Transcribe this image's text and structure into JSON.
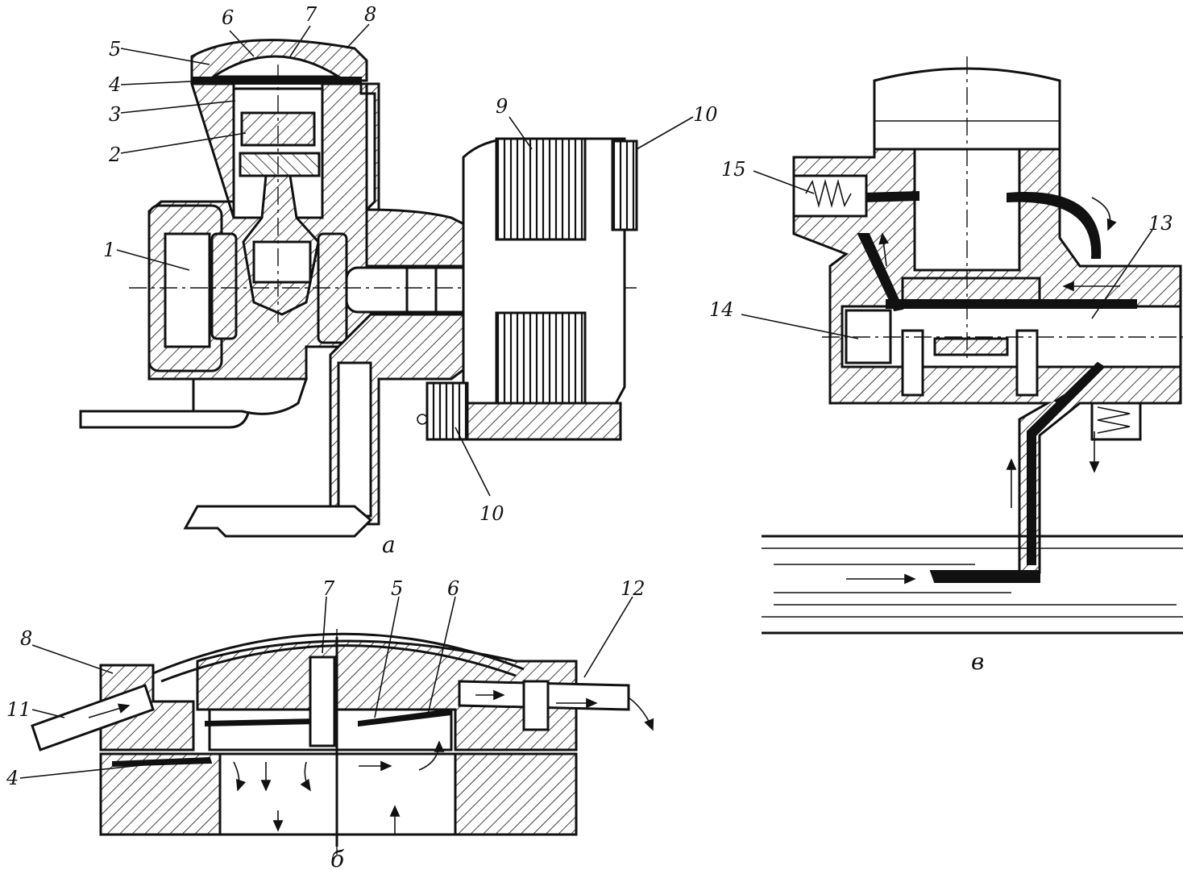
{
  "figure": {
    "panels": [
      {
        "id": "a",
        "caption": "а"
      },
      {
        "id": "b",
        "caption": "б"
      },
      {
        "id": "v",
        "caption": "в"
      }
    ],
    "labels_a": [
      "1",
      "2",
      "3",
      "4",
      "5",
      "6",
      "7",
      "8",
      "9",
      "10",
      "10"
    ],
    "labels_b": [
      "4",
      "5",
      "6",
      "7",
      "8",
      "11",
      "12"
    ],
    "labels_v": [
      "13",
      "14",
      "15"
    ]
  }
}
